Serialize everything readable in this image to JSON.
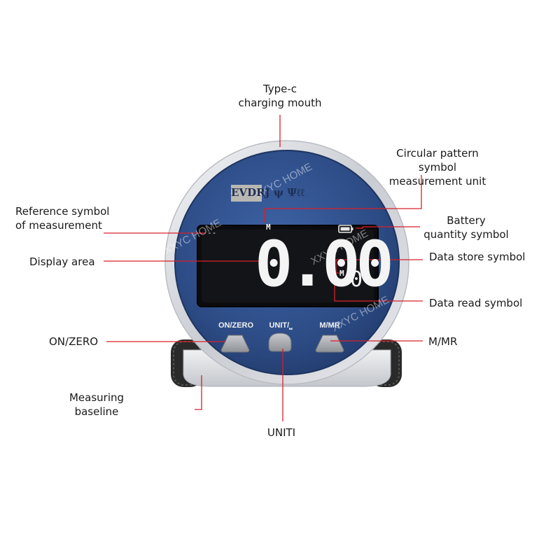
{
  "labels": {
    "typec_line1": "Type-c",
    "typec_line2": "charging mouth",
    "circular_line1": "Circular pattern",
    "circular_line2": "symbol",
    "circular_line3": "measurement unit",
    "reference_line1": "Reference symbol",
    "reference_line2": "of measurement",
    "battery_line1": "Battery",
    "battery_line2": "quantity symbol",
    "display_area": "Display area",
    "data_store": "Data store symbol",
    "data_read": "Data read symbol",
    "on_zero": "ON/ZERO",
    "m_mr": "M/MR",
    "baseline_line1": "Measuring",
    "baseline_line2": "baseline",
    "unit": "UNITI"
  },
  "device": {
    "brand_text": "EVDRJ ψ Ψℓℓ",
    "lcd_reading": "0.00",
    "lcd_unit_symbol": "M",
    "lcd_reference_symbol": "--",
    "lcd_store_symbol": "M",
    "lcd_read_symbol": "MR",
    "lcd_slot_digit": "0"
  },
  "buttons": {
    "on_zero": "ON/ZERO",
    "unit": "UNIT/⎵",
    "m_mr": "M/MR"
  },
  "watermark": "XXYC HOME",
  "colors": {
    "device_blue": "#2f4f8a",
    "callout_line": "#d8202a",
    "lcd": "#0c0c0e"
  }
}
